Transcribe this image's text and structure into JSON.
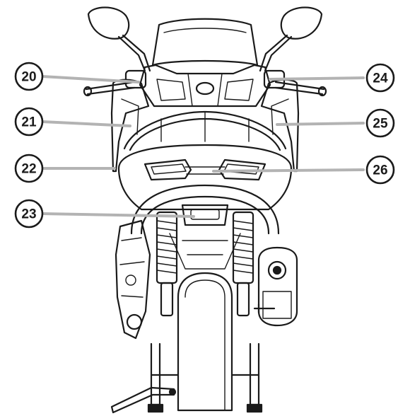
{
  "callouts": [
    {
      "label": "20"
    },
    {
      "label": "21"
    },
    {
      "label": "22"
    },
    {
      "label": "23"
    },
    {
      "label": "24"
    },
    {
      "label": "25"
    },
    {
      "label": "26"
    }
  ],
  "colors": {
    "leader": "#b3b3b3",
    "ink": "#1a1a1a"
  }
}
